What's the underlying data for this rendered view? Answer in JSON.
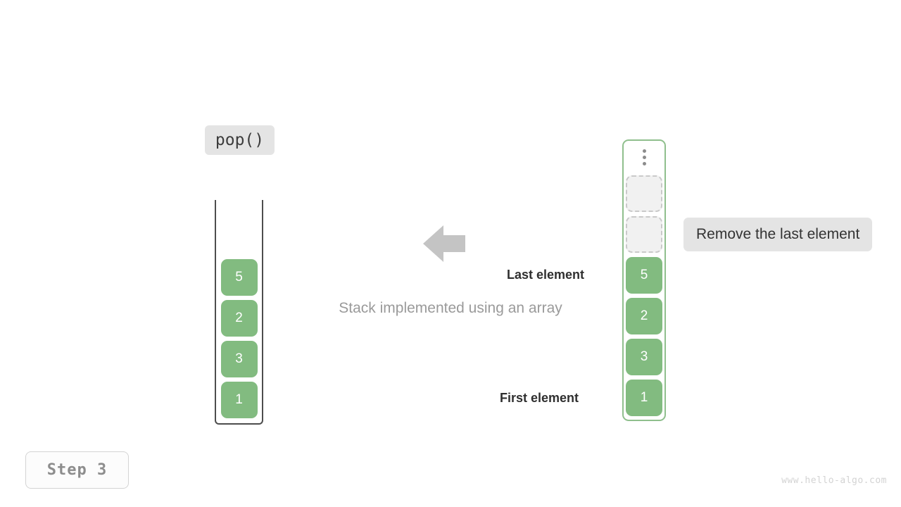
{
  "operation": {
    "label": "pop()"
  },
  "caption": {
    "text": "Stack implemented using an array"
  },
  "annotations": {
    "last_element": "Last element",
    "first_element": "First element"
  },
  "note": {
    "text": "Remove the last element"
  },
  "left_stack": {
    "values": [
      "5",
      "2",
      "3",
      "1"
    ]
  },
  "right_array": {
    "empty_slots": 2,
    "values": [
      "5",
      "2",
      "3",
      "1"
    ]
  },
  "step": {
    "label": "Step 3"
  },
  "watermark": {
    "text": "www.hello-algo.com"
  },
  "colors": {
    "cell_green": "#82bb80",
    "array_border_green": "#8fbf8d",
    "badge_gray": "#e4e4e4",
    "arrow_gray": "#c4c4c4",
    "caption_gray": "#9a9a9a",
    "stack_outline": "#4d4d4d"
  },
  "icons": {
    "arrow": "arrow-left-icon",
    "ellipsis": "vertical-ellipsis-icon"
  }
}
